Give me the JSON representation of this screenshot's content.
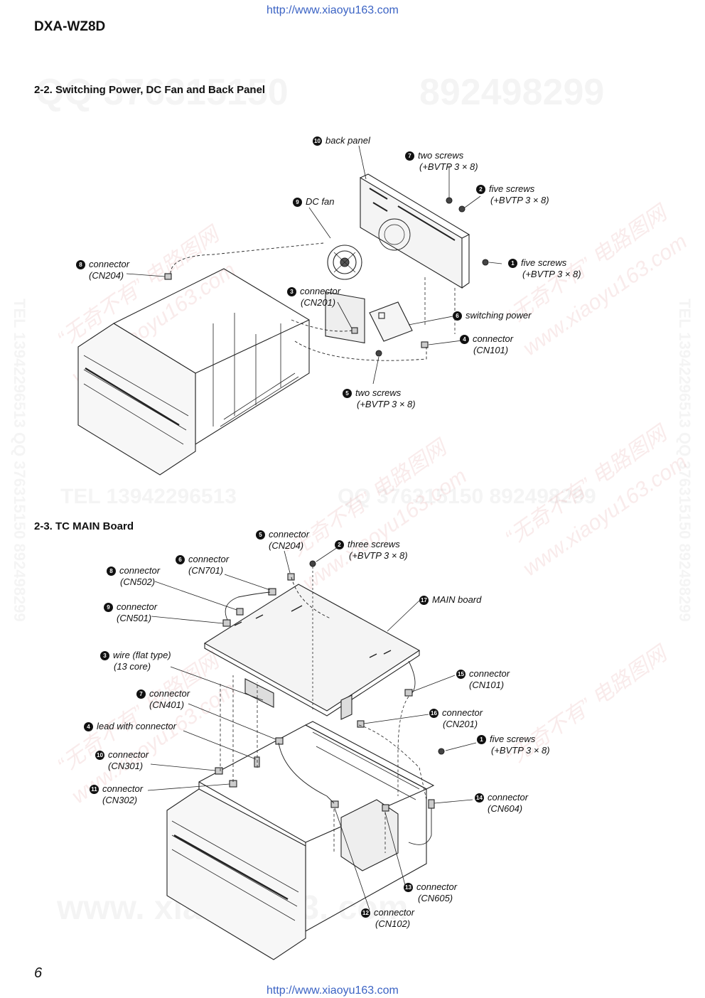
{
  "header": {
    "url_top": "http://www.xiaoyu163.com",
    "model": "DXA-WZ8D"
  },
  "watermarks": {
    "qq": "QQ 376315150",
    "num": "892498299",
    "tel": "TEL 13942296513",
    "qq2": "QQ 376315150 892498299",
    "site": "www.xiaoyu163.com",
    "site_big": "www. xiaoyu163. com",
    "cn": "“无奇不有” 电路图网",
    "vert_left": "TEL 13942296513 QQ 376315150 892498299",
    "vert_right": "TEL 13942296513 QQ 376315150 892498299"
  },
  "section1": {
    "title": "2-2. Switching Power, DC Fan and Back Panel",
    "callouts": [
      {
        "num": "10",
        "text": "back panel",
        "sub": ""
      },
      {
        "num": "7",
        "text": "two screws",
        "sub": "(+BVTP 3 × 8)"
      },
      {
        "num": "2",
        "text": "five screws",
        "sub": "(+BVTP 3 × 8)"
      },
      {
        "num": "9",
        "text": "DC fan",
        "sub": ""
      },
      {
        "num": "8",
        "text": "connector",
        "sub": "(CN204)"
      },
      {
        "num": "1",
        "text": "five screws",
        "sub": "(+BVTP 3 × 8)"
      },
      {
        "num": "3",
        "text": "connector",
        "sub": "(CN201)"
      },
      {
        "num": "6",
        "text": "switching power",
        "sub": ""
      },
      {
        "num": "4",
        "text": "connector",
        "sub": "(CN101)"
      },
      {
        "num": "5",
        "text": "two screws",
        "sub": "(+BVTP 3 × 8)"
      }
    ]
  },
  "section2": {
    "title": "2-3. TC MAIN Board",
    "callouts": [
      {
        "num": "5",
        "text": "connector",
        "sub": "(CN204)"
      },
      {
        "num": "2",
        "text": "three screws",
        "sub": "(+BVTP 3 × 8)"
      },
      {
        "num": "6",
        "text": "connector",
        "sub": "(CN701)"
      },
      {
        "num": "8",
        "text": "connector",
        "sub": "(CN502)"
      },
      {
        "num": "17",
        "text": "MAIN board",
        "sub": ""
      },
      {
        "num": "9",
        "text": "connector",
        "sub": "(CN501)"
      },
      {
        "num": "3",
        "text": "wire (flat type)",
        "sub": "(13 core)"
      },
      {
        "num": "15",
        "text": "connector",
        "sub": "(CN101)"
      },
      {
        "num": "7",
        "text": "connector",
        "sub": "(CN401)"
      },
      {
        "num": "16",
        "text": "connector",
        "sub": "(CN201)"
      },
      {
        "num": "4",
        "text": "lead with connector",
        "sub": ""
      },
      {
        "num": "1",
        "text": "five screws",
        "sub": "(+BVTP 3 × 8)"
      },
      {
        "num": "10",
        "text": "connector",
        "sub": "(CN301)"
      },
      {
        "num": "11",
        "text": "connector",
        "sub": "(CN302)"
      },
      {
        "num": "14",
        "text": "connector",
        "sub": "(CN604)"
      },
      {
        "num": "13",
        "text": "connector",
        "sub": "(CN605)"
      },
      {
        "num": "12",
        "text": "connector",
        "sub": "(CN102)"
      }
    ]
  },
  "footer": {
    "page_number": "6",
    "url_bottom": "http://www.xiaoyu163.com"
  }
}
